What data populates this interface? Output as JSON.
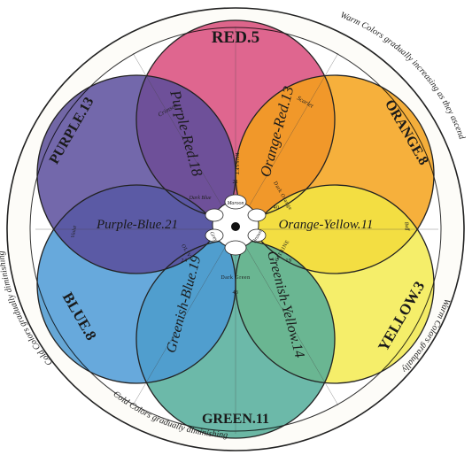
{
  "outer_ring": {
    "warm_text": "Warm Colors gradually increasing as they ascend",
    "cold_text_right": "Warm Colors gradually",
    "cold_text_left": "Cold Colors gradually diminishing",
    "cold_text_bottom": "Cold Colors gradually diminishing"
  },
  "primaries": {
    "red": "RED.5",
    "orange": "ORANGE.8",
    "yellow": "YELLOW.3",
    "green": "GREEN.11",
    "blue": "BLUE.8",
    "purple": "PURPLE.13"
  },
  "mixtures": {
    "purple_red": "Purple-Red.18",
    "orange_red": "Orange-Red.13",
    "orange_yellow": "Orange-Yellow.11",
    "greenish_yellow": "Greenish-Yellow.14",
    "greenish_blue": "Greenish-Blue.19",
    "purple_blue": "Purple-Blue.21"
  },
  "small_labels": {
    "crimson": "Crimson",
    "scarlet": "Scarlet",
    "russet": "RUSSET",
    "russet_num": "21",
    "maroon": "Maroon",
    "dark_orange": "Dark Orange",
    "dark_orange_num": "40",
    "brown": "Brown",
    "citrine": "CITRINE",
    "citrine_num": "19",
    "dark_green": "Dark Green",
    "dark_green_num": "43",
    "olive": "OLIVE",
    "olive_num": "24",
    "grey": "Grey",
    "dark_blue": "Dark Blue",
    "violet": "Violet",
    "buff": "Buff"
  },
  "colors": {
    "red": "#d8457a",
    "orange": "#f09a1a",
    "yellow": "#f5ef3a",
    "green": "#4aa89a",
    "blue": "#4a9ad8",
    "purple": "#5b4e9a"
  }
}
